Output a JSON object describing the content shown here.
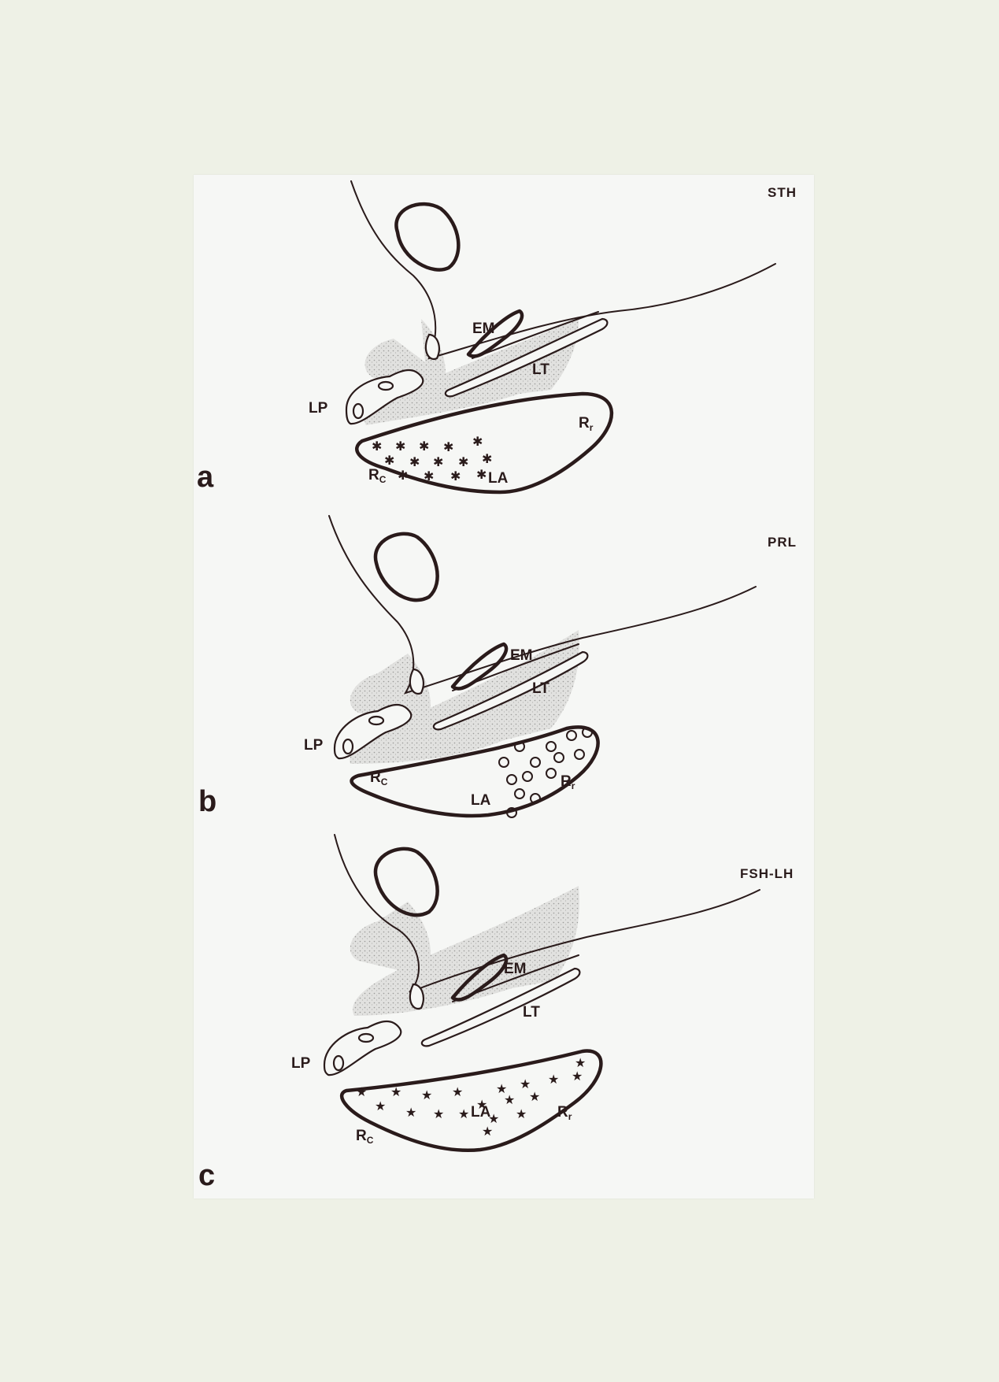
{
  "panels": [
    {
      "id": "a",
      "letter": "a",
      "tag": "STH",
      "labels": {
        "em": "EM",
        "lt": "LT",
        "lp": "LP",
        "rr_main": "R",
        "rr_sub": "r",
        "rc_main": "R",
        "rc_sub": "C",
        "la": "LA"
      },
      "marker": "asterisk"
    },
    {
      "id": "b",
      "letter": "b",
      "tag": "PRL",
      "labels": {
        "em": "EM",
        "lt": "LT",
        "lp": "LP",
        "rr_main": "R",
        "rr_sub": "r",
        "rc_main": "R",
        "rc_sub": "C",
        "la": "LA"
      },
      "marker": "circle"
    },
    {
      "id": "c",
      "letter": "c",
      "tag": "FSH-LH",
      "labels": {
        "em": "EM",
        "lt": "LT",
        "lp": "LP",
        "rr_main": "R",
        "rr_sub": "r",
        "rc_main": "R",
        "rc_sub": "C",
        "la": "LA"
      },
      "marker": "star"
    }
  ]
}
